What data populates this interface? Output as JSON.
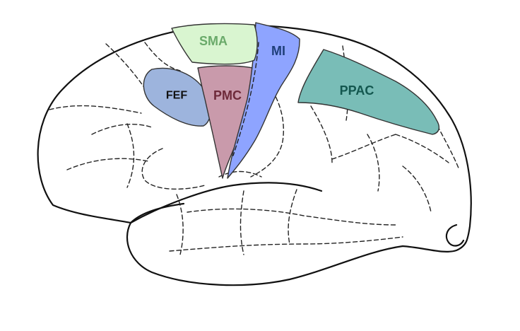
{
  "regions": {
    "sma": {
      "label": "SMA",
      "fill": "#d9f5d0",
      "text_color": "#6aaa6a"
    },
    "mi": {
      "label": "MI",
      "fill": "#8ea4ff",
      "text_color": "#1f3f7a"
    },
    "ppac": {
      "label": "PPAC",
      "fill": "#79bdb7",
      "text_color": "#13574f"
    },
    "fef": {
      "label": "FEF",
      "fill": "#9db4dd",
      "text_color": "#111111"
    },
    "pmc": {
      "label": "PMC",
      "fill": "#c99aab",
      "text_color": "#6e2a3a"
    }
  }
}
